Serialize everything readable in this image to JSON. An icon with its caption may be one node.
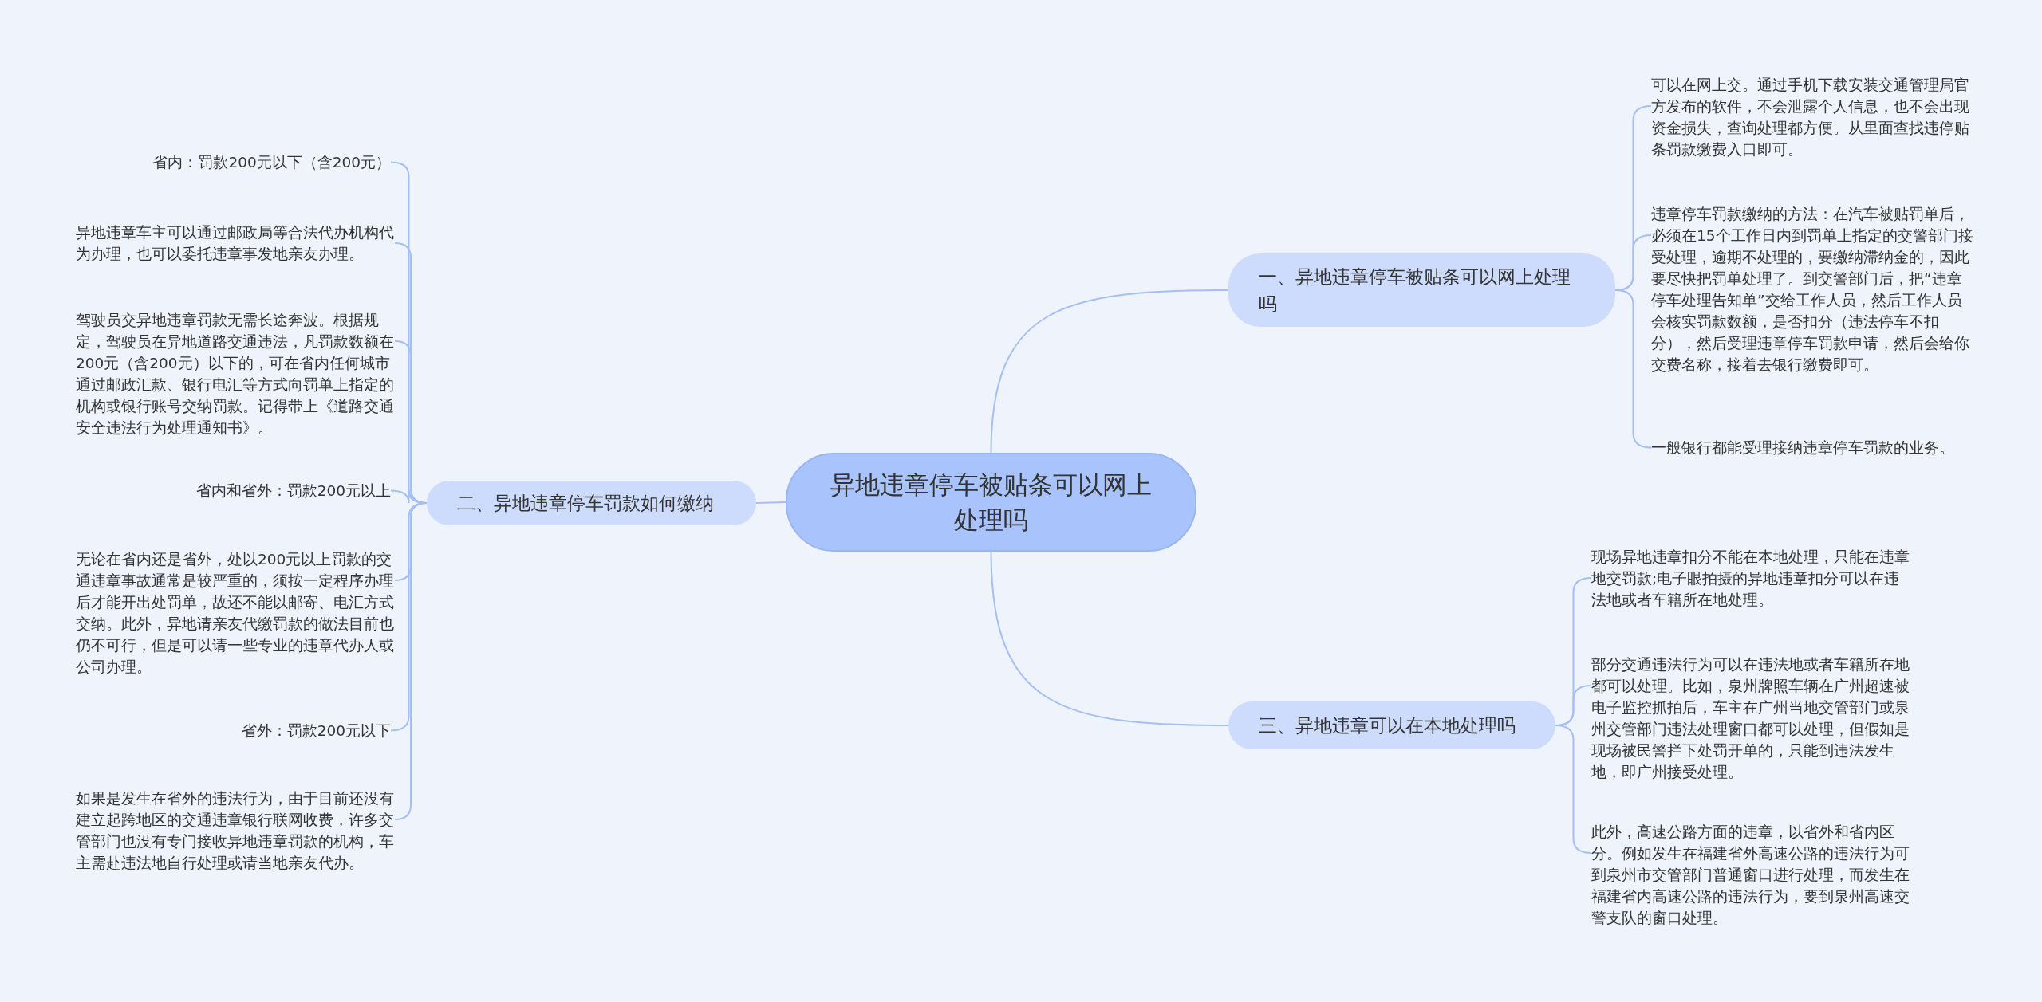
{
  "diagram": {
    "nodes": [
      {
        "text": [
          "异地违章停车被贴条可以网上处理吗"
        ]
      },
      {
        "text": [
          "一、异地违章停车被贴条可以网上处理吗"
        ]
      },
      {
        "text": [
          "可以在网上交。通过手机下载安装交通管理局官方发布的软件，不会泄露个人信息，也不会出现资金损失，查询处理都方便。从里面查找违停贴条罚款缴费入口即可。"
        ]
      },
      {
        "text": [
          "违章停车罚款缴纳的方法：在汽车被贴罚单后，必须在15个工作日内到罚单上指定的交警部门接受处理，逾期不处理的，要缴纳滞纳金的，因此要尽快把罚单处理了。到交警部门后，把“违章停车处理告知单”交给工作人员，然后工作人员会核实罚款数额，是否扣分（违法停车不扣分），然后受理违章停车罚款申请，然后会给你交费名称，接着去银行缴费即可。"
        ]
      },
      {
        "text": [
          "一般银行都能受理接纳违章停车罚款的业务。"
        ]
      },
      {
        "text": [
          "二、异地违章停车罚款如何缴纳"
        ]
      },
      {
        "text": [
          "省内：罚款200元以下（含200元）"
        ]
      },
      {
        "text": [
          "异地违章车主可以通过邮政局等合法代办机构代为办理，也可以委托违章事发地亲友办理。"
        ]
      },
      {
        "text": [
          "驾驶员交异地违章罚款无需长途奔波。根据规定，驾驶员在异地道路交通违法，凡罚款数额在200元（含200元）以下的，可在省内任何城市通过邮政汇款、银行电汇等方式向罚单上指定的机构或银行账号交纳罚款。记得带上《道路交通安全违法行为处理通知书》。"
        ]
      },
      {
        "text": [
          "省内和省外：罚款200元以上"
        ]
      },
      {
        "text": [
          "无论在省内还是省外，处以200元以上罚款的交通违章事故通常是较严重的，须按一定程序办理后才能开出处罚单，故还不能以邮寄、电汇方式交纳。此外，异地请亲友代缴罚款的做法目前也仍不可行，但是可以请一些专业的违章代办人或公司办理。"
        ]
      },
      {
        "text": [
          "省外：罚款200元以下"
        ]
      },
      {
        "text": [
          "如果是发生在省外的违法行为，由于目前还没有建立起跨地区的交通违章银行联网收费，许多交管部门也没有专门接收异地违章罚款的机构，车主需赴违法地自行处理或请当地亲友代办。"
        ]
      },
      {
        "text": [
          "三、异地违章可以在本地处理吗"
        ]
      },
      {
        "text": [
          "现场异地违章扣分不能在本地处理，只能在违章地交罚款;电子眼拍摄的异地违章扣分可以在违法地或者车籍所在地处理。"
        ]
      },
      {
        "text": [
          "部分交通违法行为可以在违法地或者车籍所在地都可以处理。比如，泉州牌照车辆在广州超速被电子监控抓拍后，车主在广州当地交管部门或泉州交管部门违法处理窗口都可以处理，但假如是现场被民警拦下处罚开单的，只能到违法发生地，即广州接受处理。"
        ]
      },
      {
        "text": [
          "此外，高速公路方面的违章，以省外和省内区分。例如发生在福建省外高速公路的违法行为可到泉州市交管部门普通窗口进行处理，而发生在福建省内高速公路的违法行为，要到泉州高速交警支队的窗口处理。"
        ]
      }
    ],
    "edges": [
      {
        "from": 0,
        "to": 1,
        "arrow": "none"
      },
      {
        "from": 1,
        "to": 2,
        "arrow": "none"
      },
      {
        "from": 1,
        "to": 3,
        "arrow": "none"
      },
      {
        "from": 1,
        "to": 4,
        "arrow": "none"
      },
      {
        "from": 0,
        "to": 5,
        "arrow": "none"
      },
      {
        "from": 5,
        "to": 6,
        "arrow": "none"
      },
      {
        "from": 5,
        "to": 7,
        "arrow": "none"
      },
      {
        "from": 5,
        "to": 8,
        "arrow": "none"
      },
      {
        "from": 5,
        "to": 9,
        "arrow": "none"
      },
      {
        "from": 5,
        "to": 10,
        "arrow": "none"
      },
      {
        "from": 5,
        "to": 11,
        "arrow": "none"
      },
      {
        "from": 5,
        "to": 12,
        "arrow": "none"
      },
      {
        "from": 0,
        "to": 13,
        "arrow": "none"
      },
      {
        "from": 13,
        "to": 14,
        "arrow": "none"
      },
      {
        "from": 13,
        "to": 15,
        "arrow": "none"
      },
      {
        "from": 13,
        "to": 16,
        "arrow": "none"
      }
    ]
  }
}
